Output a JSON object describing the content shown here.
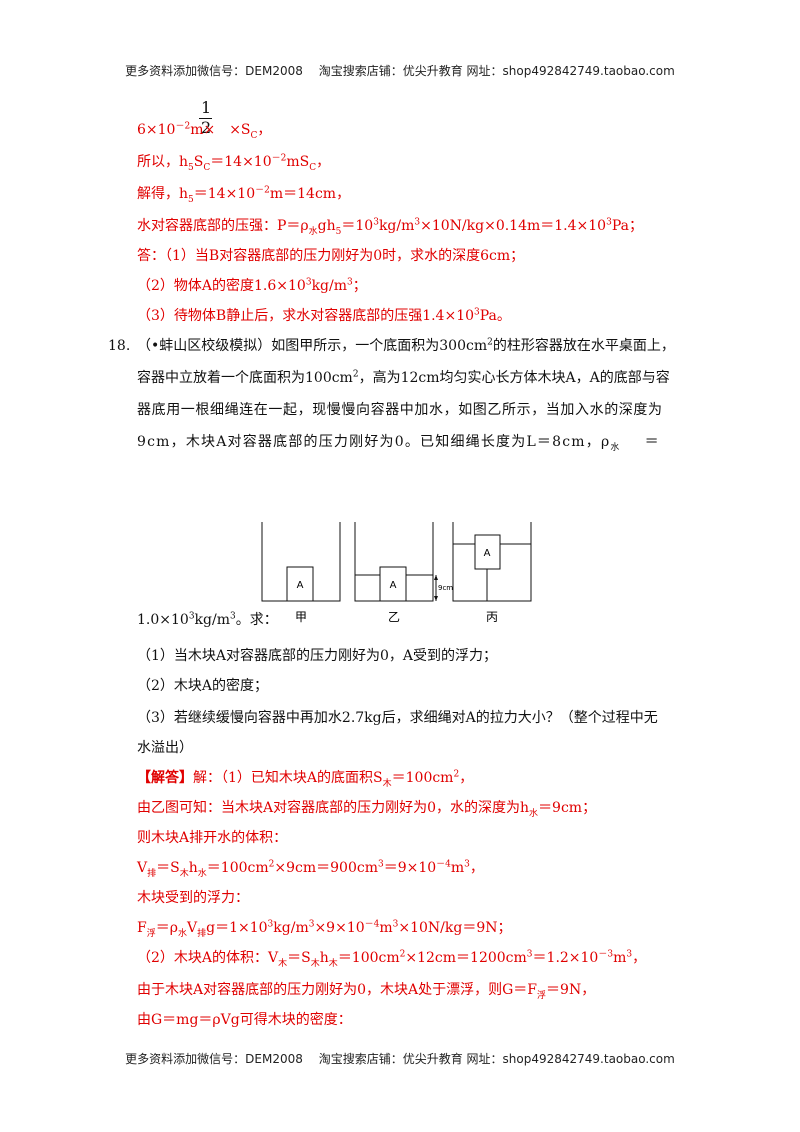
{
  "header": {
    "text": "更多资料添加微信号：DEM2008　 淘宝搜索店铺：优尖升教育  网址：shop492842749.taobao.com"
  },
  "footer": {
    "text": "更多资料添加微信号：DEM2008　 淘宝搜索店铺：优尖升教育  网址：shop492842749.taobao.com"
  },
  "solution_cont": {
    "frac_num": "1",
    "frac_den": "2",
    "l1_a": "6×10",
    "l1_b": "－2",
    "l1_c": "m×",
    "l1_d": "×S",
    "l1_e": "C",
    "l1_f": "，",
    "l2_a": "所以，h",
    "l2_b": "5",
    "l2_c": "S",
    "l2_d": "C",
    "l2_e": "＝14×10",
    "l2_f": "－2",
    "l2_g": "mS",
    "l2_h": "C",
    "l2_i": "，",
    "l3_a": "解得，h",
    "l3_b": "5",
    "l3_c": "＝14×10",
    "l3_d": "－2",
    "l3_e": "m＝14cm，",
    "l4_a": "水对容器底部的压强：P＝ρ",
    "l4_b": "水",
    "l4_c": "gh",
    "l4_d": "5",
    "l4_e": "＝10",
    "l4_f": "3",
    "l4_g": "kg/m",
    "l4_h": "3",
    "l4_i": "×10N/kg×0.14m＝1.4×10",
    "l4_j": "3",
    "l4_k": "Pa；",
    "l5": "答：（1）当B对容器底部的压力刚好为0时，求水的深度6cm；",
    "l6_a": "（2）物体A的密度1.6×10",
    "l6_b": "3",
    "l6_c": "kg/m",
    "l6_d": "3",
    "l6_e": "；",
    "l7_a": "（3）待物体B静止后，求水对容器底部的压强1.4×10",
    "l7_b": "3",
    "l7_c": "Pa。"
  },
  "problem18": {
    "num": "18.",
    "p1_a": "（•蚌山区校级模拟）如图甲所示，一个底面积为300cm",
    "p1_b": "2",
    "p1_c": "的柱形容器放在水平桌面上，",
    "p2_a": "容器中立放着一个底面积为100cm",
    "p2_b": "2",
    "p2_c": "，高为12cm均匀实心长方体木块A，A的底部与容",
    "p3": "器底用一根细绳连在一起，现慢慢向容器中加水，如图乙所示，当加入水的深度为",
    "p4": "9cm，木块A对容器底部的压力刚好为0。已知细绳长度为L＝8cm，ρ",
    "p4_sub": "水",
    "p4_end": "＝",
    "p5_a": "1.0×10",
    "p5_b": "3",
    "p5_c": "kg/m",
    "p5_d": "3",
    "p5_e": "。求：",
    "q1": "（1）当木块A对容器底部的压力刚好为0，A受到的浮力；",
    "q2": "（2）木块A的密度；",
    "q3a": "（3）若继续缓慢向容器中再加水2.7kg后，求细绳对A的拉力大小？（整个过程中无",
    "q3b": "水溢出）"
  },
  "figure": {
    "label_jia": "甲",
    "label_yi": "乙",
    "label_bing": "丙",
    "block": "A",
    "depth": "9cm"
  },
  "answer": {
    "a1_tag": "【解答】",
    "a1_a": "解：（1）已知木块A的底面积S",
    "a1_b": "木",
    "a1_c": "＝100cm",
    "a1_d": "2",
    "a1_e": "，",
    "a2_a": "由乙图可知：当木块A对容器底部的压力刚好为0，水的深度为h",
    "a2_b": "水",
    "a2_c": "＝9cm；",
    "a3": "则木块A排开水的体积：",
    "a4_a": "V",
    "a4_b": "排",
    "a4_c": "＝S",
    "a4_d": "木",
    "a4_e": "h",
    "a4_f": "水",
    "a4_g": "＝100cm",
    "a4_h": "2",
    "a4_i": "×9cm＝900cm",
    "a4_j": "3",
    "a4_k": "＝9×10",
    "a4_l": "－4",
    "a4_m": "m",
    "a4_n": "3",
    "a4_o": "，",
    "a5": "木块受到的浮力：",
    "a6_a": "F",
    "a6_b": "浮",
    "a6_c": "＝ρ",
    "a6_d": "水",
    "a6_e": "V",
    "a6_f": "排",
    "a6_g": "g＝1×10",
    "a6_h": "3",
    "a6_i": "kg/m",
    "a6_j": "3",
    "a6_k": "×9×10",
    "a6_l": "－4",
    "a6_m": "m",
    "a6_n": "3",
    "a6_o": "×10N/kg＝9N；",
    "a7_a": "（2）木块A的体积：V",
    "a7_b": "木",
    "a7_c": "＝S",
    "a7_d": "木",
    "a7_e": "h",
    "a7_f": "木",
    "a7_g": "＝100cm",
    "a7_h": "2",
    "a7_i": "×12cm＝1200cm",
    "a7_j": "3",
    "a7_k": "＝1.2×10",
    "a7_l": "－3",
    "a7_m": "m",
    "a7_n": "3",
    "a7_o": "，",
    "a8_a": "由于木块A对容器底部的压力刚好为0，木块A处于漂浮，则G＝F",
    "a8_b": "浮",
    "a8_c": "＝9N，",
    "a9": "由G＝mg＝ρVg可得木块的密度："
  }
}
